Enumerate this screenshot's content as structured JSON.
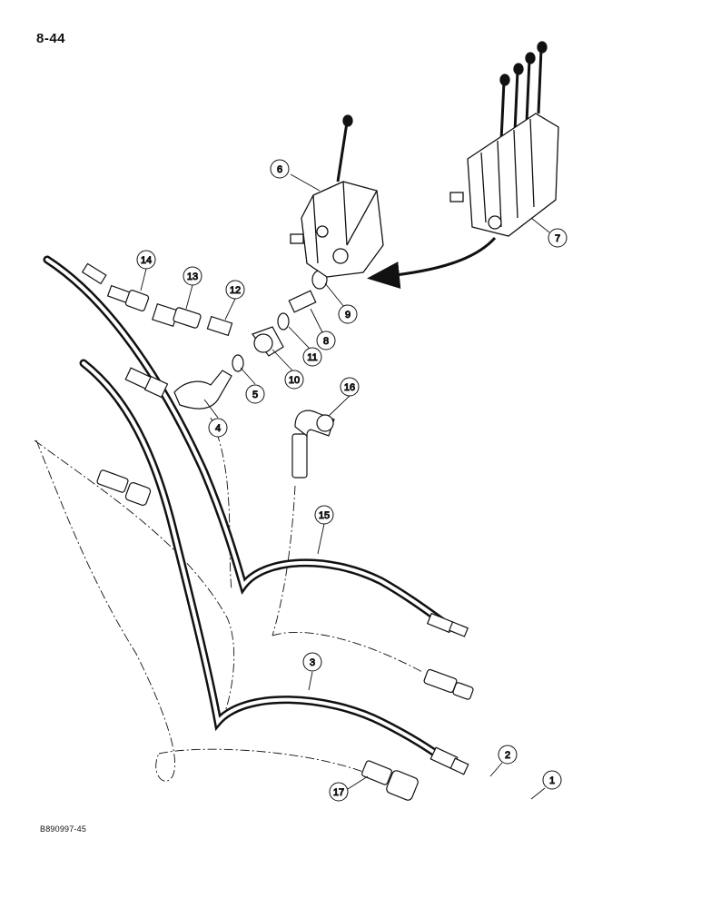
{
  "page_number": "8-44",
  "figure_code": "B890997-45",
  "callouts": [
    "1",
    "2",
    "3",
    "4",
    "5",
    "6",
    "7",
    "8",
    "9",
    "10",
    "11",
    "12",
    "13",
    "14",
    "15",
    "16",
    "17"
  ],
  "colors": {
    "ink": "#111111",
    "paper": "#ffffff",
    "shade": "#cfcfcf"
  }
}
